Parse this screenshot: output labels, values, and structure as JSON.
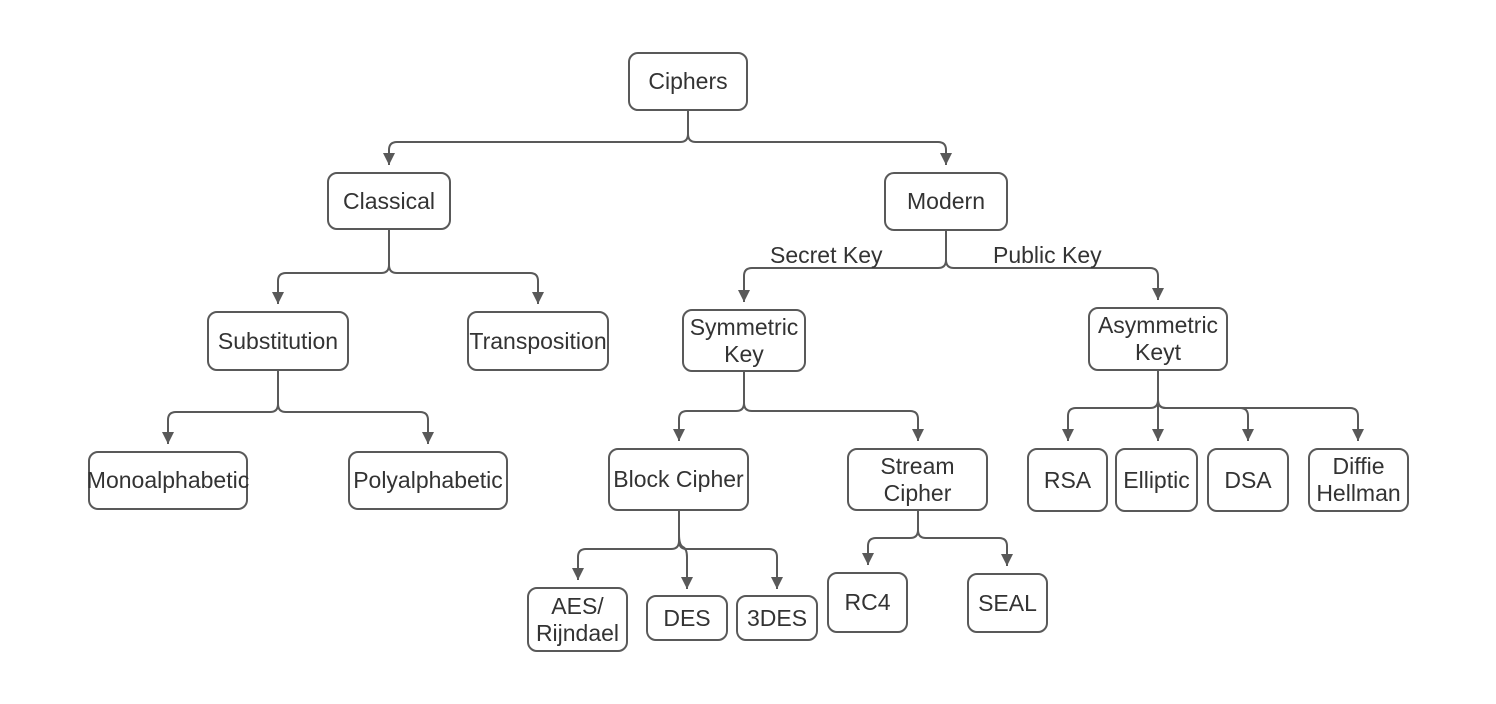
{
  "diagram": {
    "nodes": {
      "ciphers": {
        "label": "Ciphers"
      },
      "classical": {
        "label": "Classical"
      },
      "modern": {
        "label": "Modern"
      },
      "substitution": {
        "label": "Substitution"
      },
      "transposition": {
        "label": "Transposition"
      },
      "symmetric_key": {
        "label": "Symmetric\nKey"
      },
      "asymmetric_key": {
        "label": "Asymmetric\nKeyt"
      },
      "monoalphabetic": {
        "label": "Monoalphabetic"
      },
      "polyalphabetic": {
        "label": "Polyalphabetic"
      },
      "block_cipher": {
        "label": "Block Cipher"
      },
      "stream_cipher": {
        "label": "Stream\nCipher"
      },
      "rsa": {
        "label": "RSA"
      },
      "elliptic": {
        "label": "Elliptic"
      },
      "dsa": {
        "label": "DSA"
      },
      "diffie_hellman": {
        "label": "Diffie\nHellman"
      },
      "aes_rijndael": {
        "label": "AES/\nRijndael"
      },
      "des": {
        "label": "DES"
      },
      "three_des": {
        "label": "3DES"
      },
      "rc4": {
        "label": "RC4"
      },
      "seal": {
        "label": "SEAL"
      }
    },
    "edge_labels": {
      "secret_key": "Secret Key",
      "public_key": "Public Key"
    },
    "edges": [
      {
        "from": "Ciphers",
        "to": "Classical"
      },
      {
        "from": "Ciphers",
        "to": "Modern"
      },
      {
        "from": "Classical",
        "to": "Substitution"
      },
      {
        "from": "Classical",
        "to": "Transposition"
      },
      {
        "from": "Modern",
        "to": "Symmetric Key",
        "label": "Secret Key"
      },
      {
        "from": "Modern",
        "to": "Asymmetric Keyt",
        "label": "Public Key"
      },
      {
        "from": "Substitution",
        "to": "Monoalphabetic"
      },
      {
        "from": "Substitution",
        "to": "Polyalphabetic"
      },
      {
        "from": "Symmetric Key",
        "to": "Block Cipher"
      },
      {
        "from": "Symmetric Key",
        "to": "Stream Cipher"
      },
      {
        "from": "Block Cipher",
        "to": "AES/ Rijndael"
      },
      {
        "from": "Block Cipher",
        "to": "DES"
      },
      {
        "from": "Block Cipher",
        "to": "3DES"
      },
      {
        "from": "Stream Cipher",
        "to": "RC4"
      },
      {
        "from": "Stream Cipher",
        "to": "SEAL"
      },
      {
        "from": "Asymmetric Keyt",
        "to": "RSA"
      },
      {
        "from": "Asymmetric Keyt",
        "to": "Elliptic"
      },
      {
        "from": "Asymmetric Keyt",
        "to": "DSA"
      },
      {
        "from": "Asymmetric Keyt",
        "to": "Diffie Hellman"
      }
    ]
  },
  "colors": {
    "stroke": "#595959",
    "node-border": "#595959",
    "node-fill": "#ffffff",
    "text": "#333333",
    "background": "#ffffff"
  }
}
